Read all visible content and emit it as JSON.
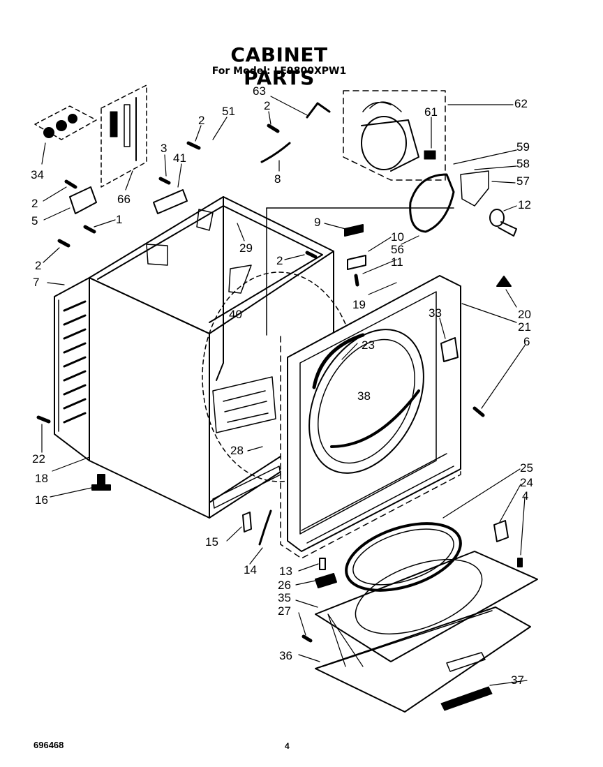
{
  "header": {
    "title": "CABINET PARTS",
    "subtitle": "For Model: LE9800XPW1"
  },
  "footer": {
    "doc_number": "696468",
    "page_number": "4"
  },
  "callouts": [
    {
      "id": "c63",
      "label": "63"
    },
    {
      "id": "c2a",
      "label": "2"
    },
    {
      "id": "c62",
      "label": "62"
    },
    {
      "id": "c61",
      "label": "61"
    },
    {
      "id": "c51",
      "label": "51"
    },
    {
      "id": "c2b",
      "label": "2"
    },
    {
      "id": "c34",
      "label": "34"
    },
    {
      "id": "c3",
      "label": "3"
    },
    {
      "id": "c41",
      "label": "41"
    },
    {
      "id": "c8",
      "label": "8"
    },
    {
      "id": "c59",
      "label": "59"
    },
    {
      "id": "c58",
      "label": "58"
    },
    {
      "id": "c57",
      "label": "57"
    },
    {
      "id": "c2c",
      "label": "2"
    },
    {
      "id": "c66",
      "label": "66"
    },
    {
      "id": "c12",
      "label": "12"
    },
    {
      "id": "c5",
      "label": "5"
    },
    {
      "id": "c1",
      "label": "1"
    },
    {
      "id": "c9",
      "label": "9"
    },
    {
      "id": "c29",
      "label": "29"
    },
    {
      "id": "c10",
      "label": "10"
    },
    {
      "id": "c56",
      "label": "56"
    },
    {
      "id": "c2d",
      "label": "2"
    },
    {
      "id": "c2e",
      "label": "2"
    },
    {
      "id": "c11",
      "label": "11"
    },
    {
      "id": "c7",
      "label": "7"
    },
    {
      "id": "c19",
      "label": "19"
    },
    {
      "id": "c20",
      "label": "20"
    },
    {
      "id": "c40",
      "label": "40"
    },
    {
      "id": "c21",
      "label": "21"
    },
    {
      "id": "c33",
      "label": "33"
    },
    {
      "id": "c6",
      "label": "6"
    },
    {
      "id": "c23",
      "label": "23"
    },
    {
      "id": "c38",
      "label": "38"
    },
    {
      "id": "c28",
      "label": "28"
    },
    {
      "id": "c22",
      "label": "22"
    },
    {
      "id": "c25",
      "label": "25"
    },
    {
      "id": "c18",
      "label": "18"
    },
    {
      "id": "c24",
      "label": "24"
    },
    {
      "id": "c4",
      "label": "4"
    },
    {
      "id": "c16",
      "label": "16"
    },
    {
      "id": "c15",
      "label": "15"
    },
    {
      "id": "c14",
      "label": "14"
    },
    {
      "id": "c13",
      "label": "13"
    },
    {
      "id": "c26",
      "label": "26"
    },
    {
      "id": "c35",
      "label": "35"
    },
    {
      "id": "c27",
      "label": "27"
    },
    {
      "id": "c36",
      "label": "36"
    },
    {
      "id": "c37",
      "label": "37"
    }
  ]
}
